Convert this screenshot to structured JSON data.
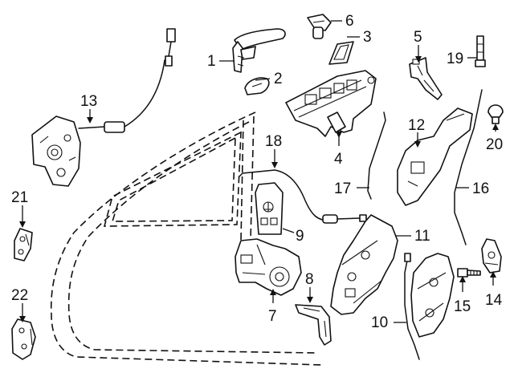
{
  "callouts": [
    {
      "id": "1",
      "text": "1"
    },
    {
      "id": "2",
      "text": "2"
    },
    {
      "id": "3",
      "text": "3"
    },
    {
      "id": "4",
      "text": "4"
    },
    {
      "id": "5",
      "text": "5"
    },
    {
      "id": "6",
      "text": "6"
    },
    {
      "id": "7",
      "text": "7"
    },
    {
      "id": "8",
      "text": "8"
    },
    {
      "id": "9",
      "text": "9"
    },
    {
      "id": "10",
      "text": "10"
    },
    {
      "id": "11",
      "text": "11"
    },
    {
      "id": "12",
      "text": "12"
    },
    {
      "id": "13",
      "text": "13"
    },
    {
      "id": "14",
      "text": "14"
    },
    {
      "id": "15",
      "text": "15"
    },
    {
      "id": "16",
      "text": "16"
    },
    {
      "id": "17",
      "text": "17"
    },
    {
      "id": "18",
      "text": "18"
    },
    {
      "id": "19",
      "text": "19"
    },
    {
      "id": "20",
      "text": "20"
    },
    {
      "id": "21",
      "text": "21"
    },
    {
      "id": "22",
      "text": "22"
    }
  ],
  "colors": {
    "line": "#111111",
    "background": "#ffffff"
  }
}
